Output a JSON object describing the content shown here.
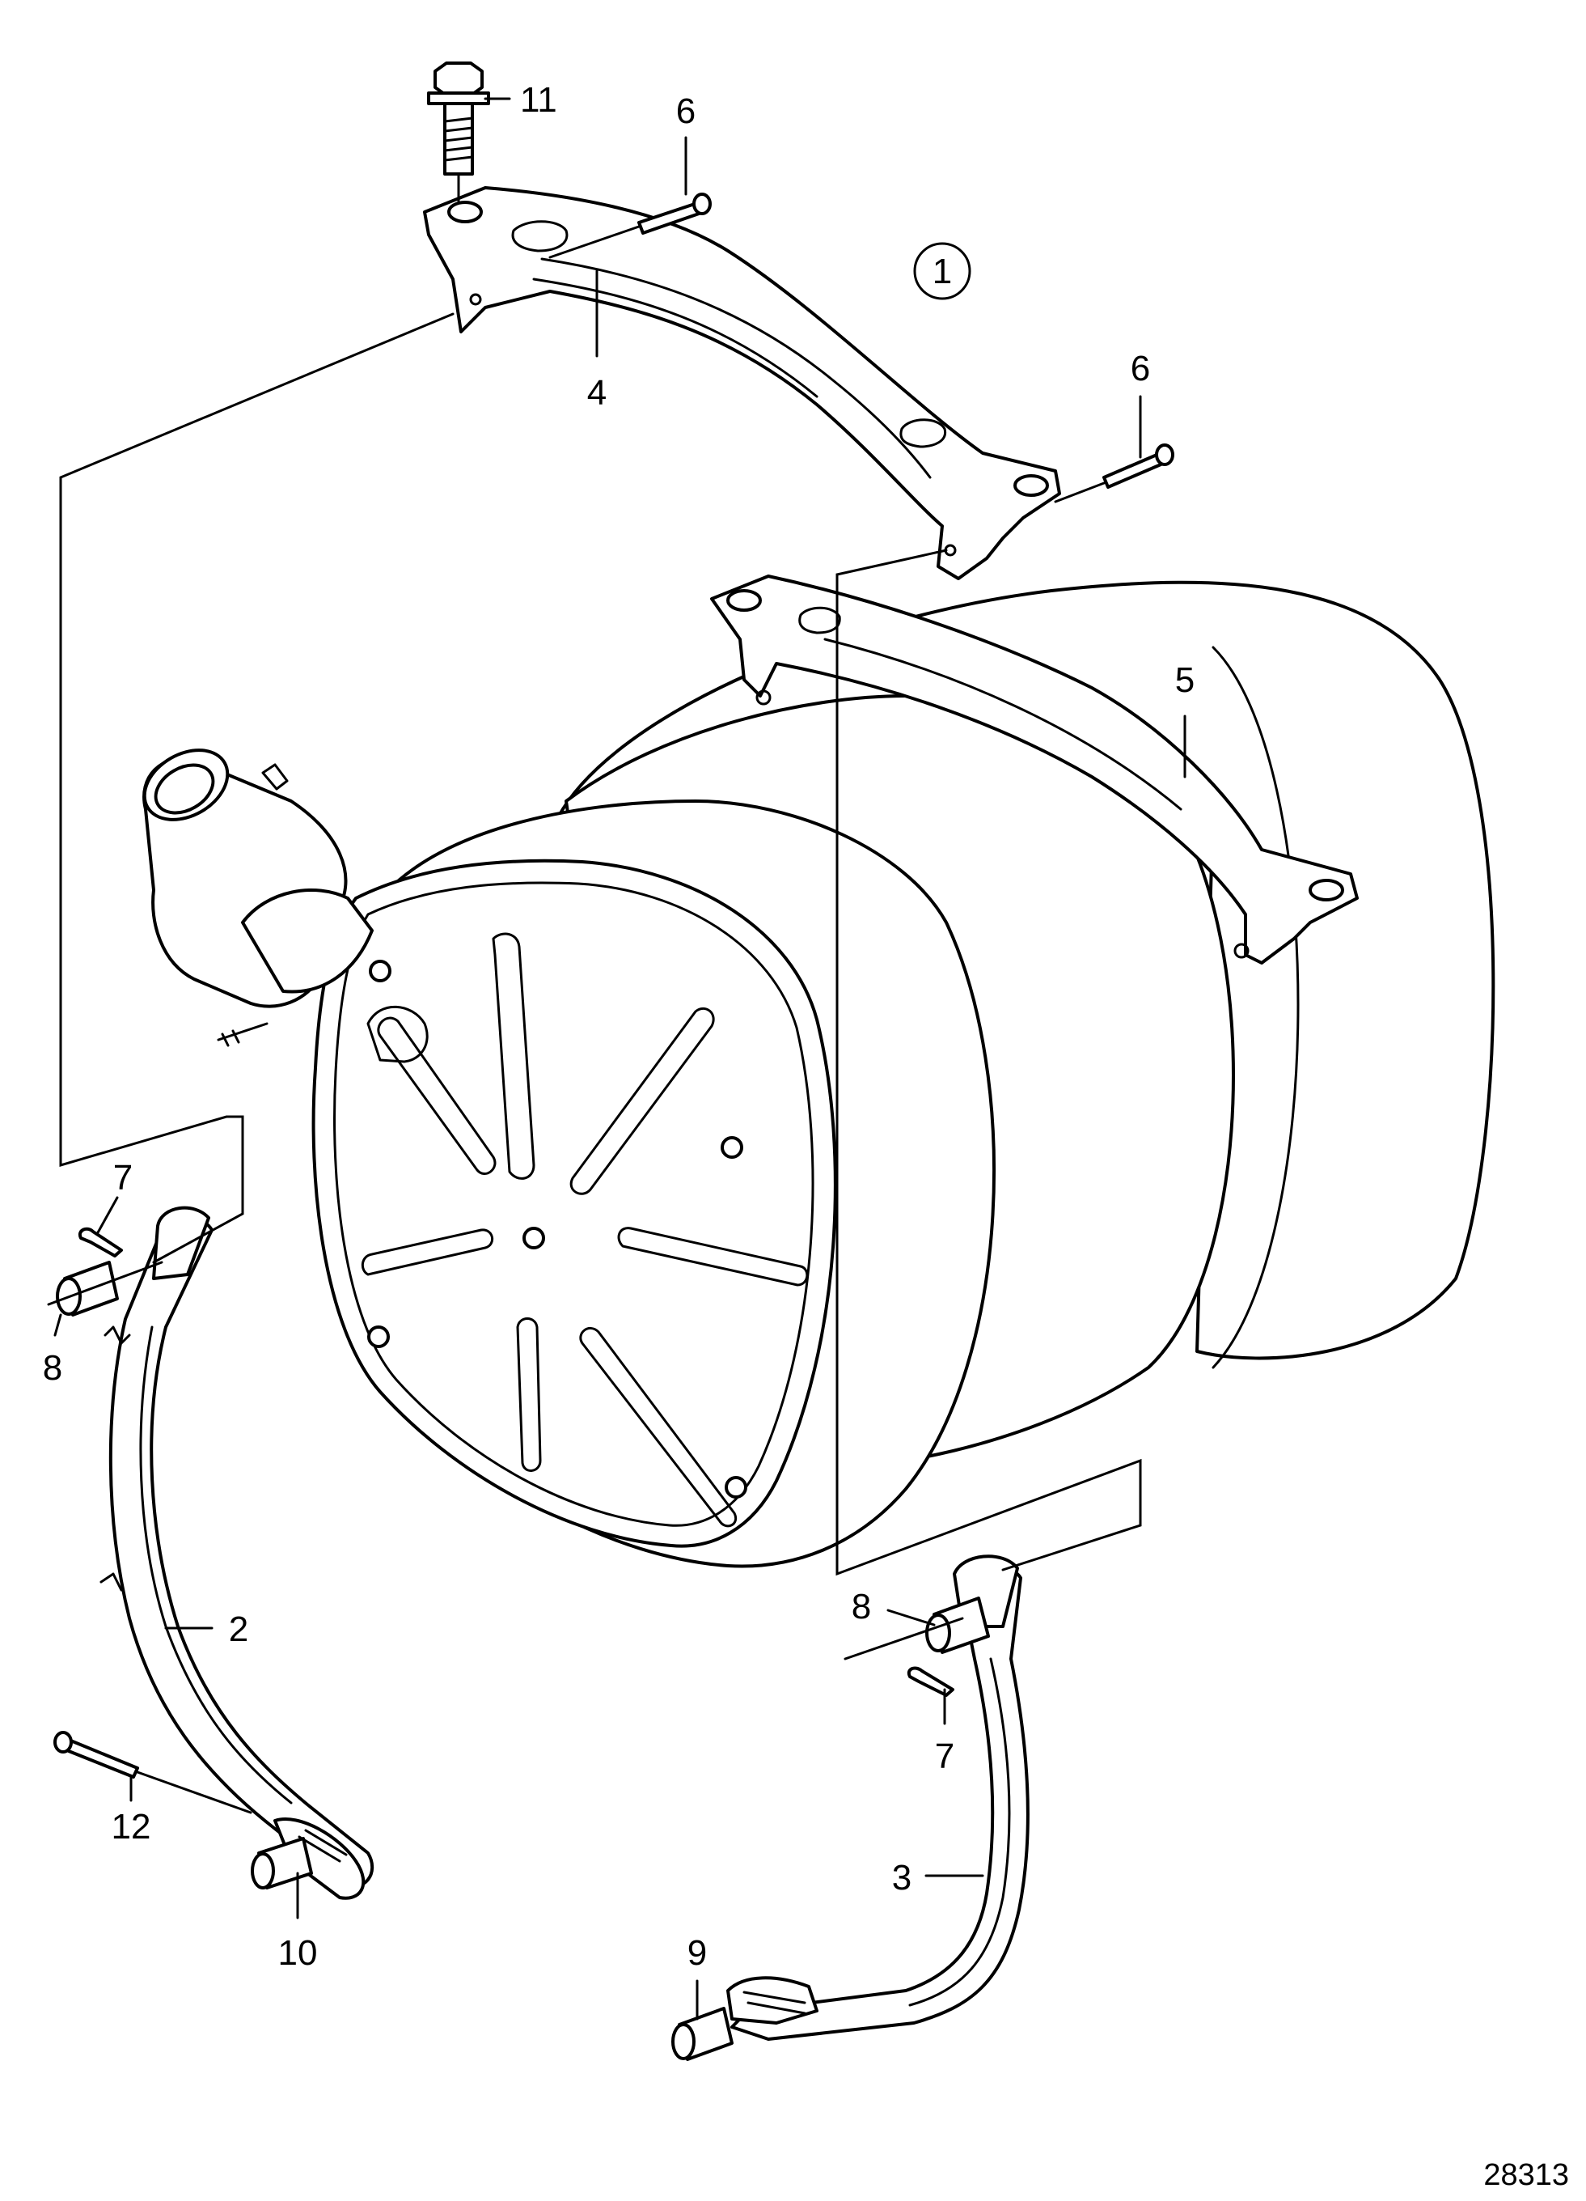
{
  "figure_id": "28313",
  "view_marker": "1",
  "callouts": {
    "c2": "2",
    "c3": "3",
    "c4": "4",
    "c5": "5",
    "c6a": "6",
    "c6b": "6",
    "c7a": "7",
    "c7b": "7",
    "c8a": "8",
    "c8b": "8",
    "c9": "9",
    "c10": "10",
    "c11": "11",
    "c12": "12"
  },
  "colors": {
    "line": "#000000",
    "background": "#ffffff"
  }
}
